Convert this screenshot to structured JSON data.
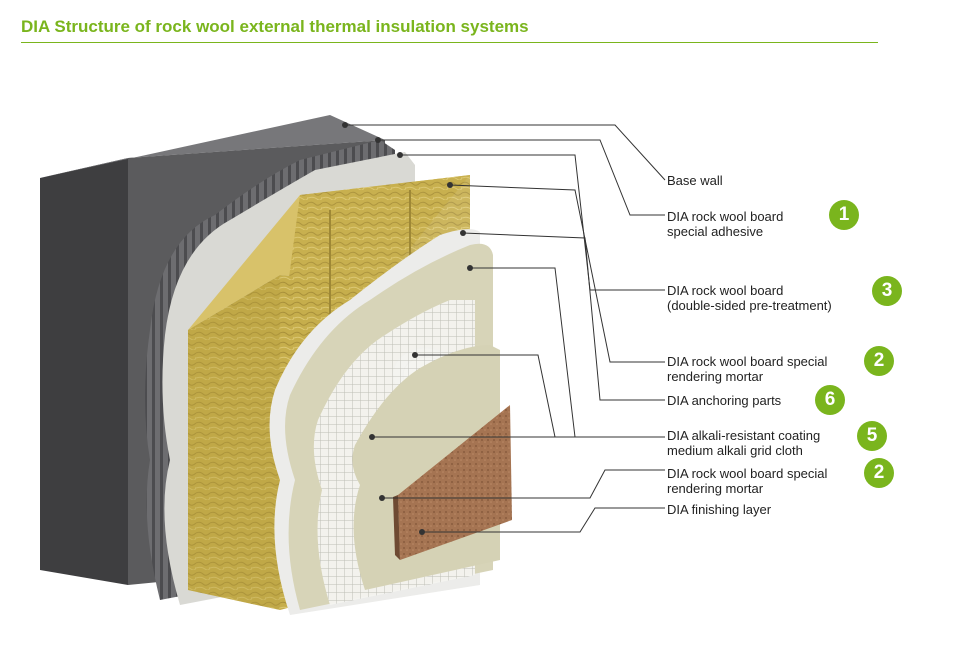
{
  "title": "DIA Structure of rock wool external thermal insulation systems",
  "colors": {
    "accent": "#7ab51d",
    "wall": "#5b5b5d",
    "rockwool": "#cdb75a",
    "mortar": "#d7d4b8",
    "finish": "#9a6a4a"
  },
  "layers": [
    {
      "line1": "Base wall",
      "line2": "",
      "badge": ""
    },
    {
      "line1": "DIA rock wool board",
      "line2": "special adhesive",
      "badge": "1"
    },
    {
      "line1": "DIA rock wool board",
      "line2": "(double-sided pre-treatment)",
      "badge": "3"
    },
    {
      "line1": "DIA rock wool board special",
      "line2": "rendering mortar",
      "badge": "2"
    },
    {
      "line1": "DIA anchoring parts",
      "line2": "",
      "badge": "6"
    },
    {
      "line1": "DIA alkali-resistant coating",
      "line2": "medium alkali grid cloth",
      "badge": "5"
    },
    {
      "line1": "DIA rock wool board special",
      "line2": "rendering mortar",
      "badge": "2"
    },
    {
      "line1": "DIA finishing layer",
      "line2": "",
      "badge": ""
    }
  ]
}
